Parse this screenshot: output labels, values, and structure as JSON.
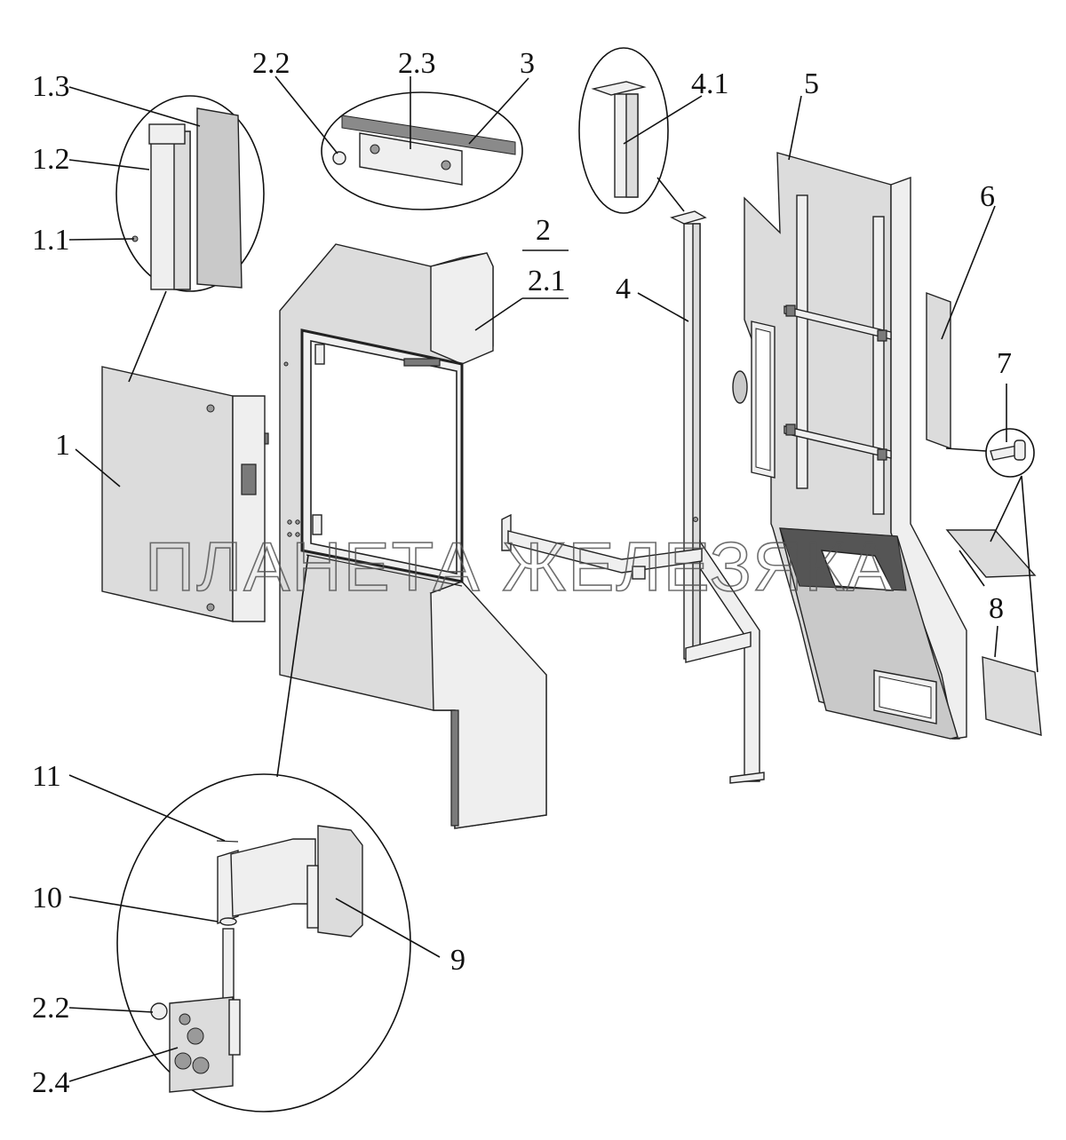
{
  "watermark": "ПЛАНЕТА ЖЕЛЕЗЯКА",
  "labels": {
    "l1_3": "1.3",
    "l1_2": "1.2",
    "l1_1": "1.1",
    "l1": "1",
    "l2_2_top": "2.2",
    "l2_3": "2.3",
    "l3": "3",
    "l4_1": "4.1",
    "l5": "5",
    "l2": "2",
    "l2_1": "2.1",
    "l4": "4",
    "l6": "6",
    "l7": "7",
    "l8": "8",
    "l11": "11",
    "l10": "10",
    "l9": "9",
    "l2_2_bottom": "2.2",
    "l2_4": "2.4"
  }
}
